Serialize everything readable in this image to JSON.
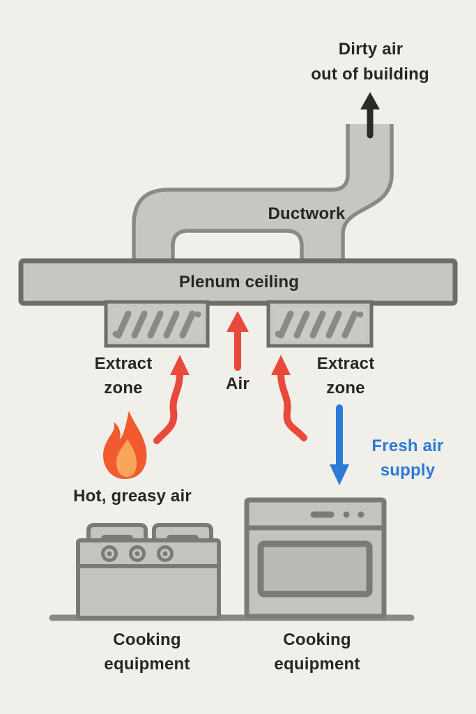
{
  "colors": {
    "background": "#f1efe9",
    "duct_fill": "#c8c6c1",
    "duct_outline": "#8b8984",
    "dark_outline": "#6f6d69",
    "appliance_outline": "#7c7a75",
    "floor": "#8b8984",
    "hot_air": "#e8493a",
    "fresh_air": "#2b7ad4",
    "exhaust": "#2b2a26",
    "flame_outer": "#f15b2d",
    "flame_inner": "#f9a55c",
    "text": "#272621"
  },
  "exhaust": {
    "line1": "Dirty air",
    "line2": "out of building",
    "arrow_icon": "arrow-up-icon"
  },
  "duct": {
    "label": "Ductwork"
  },
  "plenum": {
    "label": "Plenum ceiling"
  },
  "extract_left": {
    "line1": "Extract",
    "line2": "zone"
  },
  "air_flow": {
    "label": "Air",
    "arrow_icon": "arrow-up-icon"
  },
  "extract_right": {
    "line1": "Extract",
    "line2": "zone"
  },
  "fresh_air": {
    "line1": "Fresh air",
    "line2": "supply",
    "arrow_icon": "arrow-down-icon"
  },
  "hot_air": {
    "label": "Hot, greasy air",
    "icon": "flame-icon",
    "arrow_icon": "curved-arrow-up-icon"
  },
  "equipment_left": {
    "line1": "Cooking",
    "line2": "equipment",
    "icon": "stove-icon"
  },
  "equipment_right": {
    "line1": "Cooking",
    "line2": "equipment",
    "icon": "oven-icon"
  }
}
